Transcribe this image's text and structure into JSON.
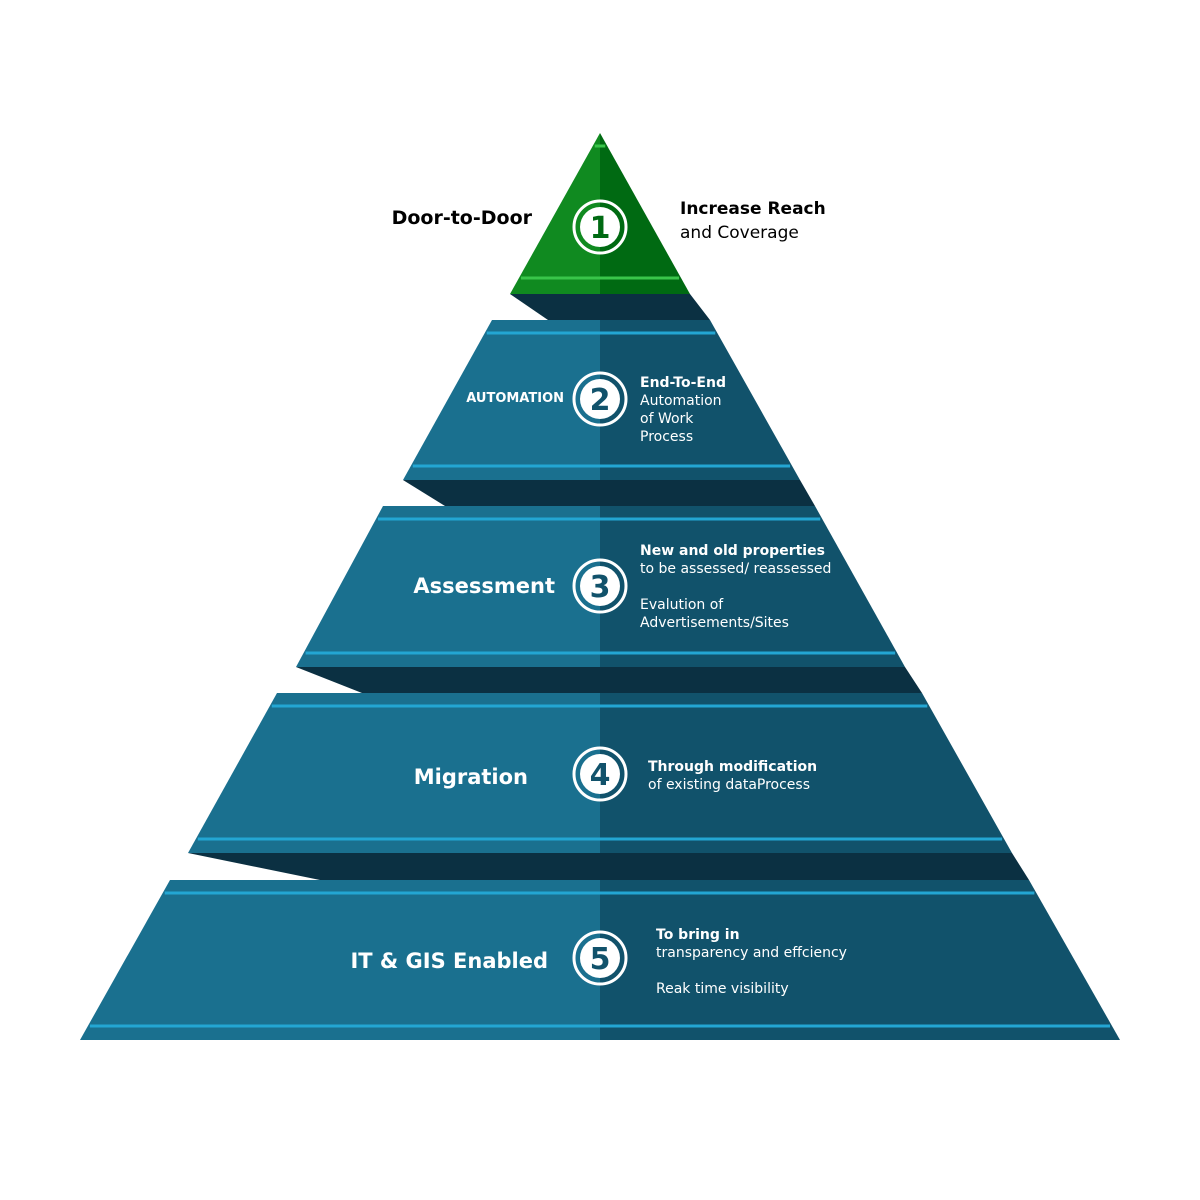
{
  "colors": {
    "top_left": "#108a20",
    "top_right": "#006a12",
    "tier_left": "#1a708f",
    "tier_right": "#11526b",
    "stripe": "#23a6d3",
    "stripe_top": "#39c54a",
    "shadow": "#0b3042",
    "white": "#ffffff",
    "dark_text": "#000000"
  },
  "tiers": [
    {
      "number": "1",
      "left_label": "Door-to-Door",
      "right_lines": [
        {
          "text": "Increase Reach",
          "bold": true
        },
        {
          "text": "and Coverage",
          "bold": false
        }
      ]
    },
    {
      "number": "2",
      "left_label": "AUTOMATION",
      "right_lines": [
        {
          "text": "End-To-End",
          "bold": true
        },
        {
          "text": "Automation",
          "bold": false
        },
        {
          "text": "of Work",
          "bold": false
        },
        {
          "text": "Process",
          "bold": false
        }
      ]
    },
    {
      "number": "3",
      "left_label": "Assessment",
      "right_lines": [
        {
          "text": "New and old properties",
          "bold": true
        },
        {
          "text": "to be assessed/ reassessed",
          "bold": false
        },
        {
          "text": "",
          "bold": false
        },
        {
          "text": "Evalution of",
          "bold": false
        },
        {
          "text": "Advertisements/Sites",
          "bold": false
        }
      ]
    },
    {
      "number": "4",
      "left_label": "Migration",
      "right_lines": [
        {
          "text": "Through modification",
          "bold": true
        },
        {
          "text": "of existing dataProcess",
          "bold": false
        }
      ]
    },
    {
      "number": "5",
      "left_label": "IT & GIS Enabled",
      "right_lines": [
        {
          "text": "To bring in",
          "bold": true
        },
        {
          "text": "transparency and effciency",
          "bold": false
        },
        {
          "text": "",
          "bold": false
        },
        {
          "text": "Reak time visibility",
          "bold": false
        }
      ]
    }
  ]
}
